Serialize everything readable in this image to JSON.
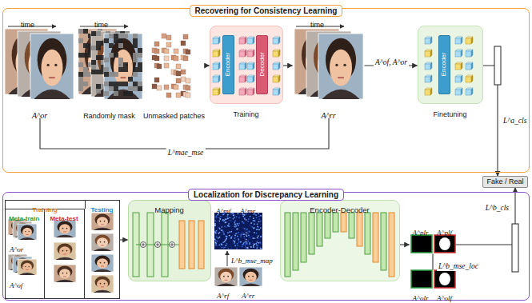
{
  "diagram": {
    "nodes": [
      {
        "text": [
          "Recovering for Consistency Learning"
        ]
      },
      {
        "text": [
          "A^or"
        ],
        "in": 0
      },
      {
        "text": [
          "Randomly mask"
        ],
        "in": 0
      },
      {
        "text": [
          "Unmasked patches"
        ],
        "in": 0
      },
      {
        "text": [
          "Training"
        ],
        "in": 0
      },
      {
        "text": [
          "Encoder"
        ],
        "in": 4
      },
      {
        "text": [
          "Decoder"
        ],
        "in": 4
      },
      {
        "text": [
          "A^rr"
        ],
        "in": 0
      },
      {
        "text": [
          "Finetuning"
        ],
        "in": 0
      },
      {
        "text": [
          "Encoder"
        ],
        "in": 8
      },
      {
        "text": [
          "Fake / Real"
        ]
      },
      {
        "text": [
          "Localization for Discrepancy Learning"
        ]
      },
      {
        "text": [
          "Training",
          "Testing"
        ],
        "in": 11
      },
      {
        "text": [
          "Meta-train"
        ],
        "in": 12
      },
      {
        "text": [
          "Meta-test"
        ],
        "in": 12
      },
      {
        "text": [
          "Mapping"
        ],
        "in": 11
      },
      {
        "text": [
          "Encoder-Decoder"
        ],
        "in": 11
      },
      {
        "text": [
          "A^plr",
          "A^plf"
        ],
        "in": 11
      },
      {
        "text": [
          "A^olr",
          "A^olf"
        ],
        "in": 11
      }
    ],
    "edges": [
      {
        "from": 3,
        "to": 4,
        "arrow": "to"
      },
      {
        "from": 4,
        "to": 7,
        "arrow": "to"
      },
      {
        "from": 7,
        "to": 8,
        "label": "A^of, A^or",
        "arrow": "to"
      },
      {
        "from": 8,
        "to": 10,
        "label": "L^a_cls",
        "arrow": "to"
      },
      {
        "from": 7,
        "to": 1,
        "label": "L^mae_mse",
        "arrow": "none"
      },
      {
        "from": 12,
        "to": 15,
        "arrow": "to"
      },
      {
        "from": 16,
        "to": 17,
        "arrow": "to"
      },
      {
        "from": 17,
        "to": 10,
        "label": "L^b_cls",
        "arrow": "to"
      },
      {
        "from": 18,
        "to": 17,
        "label": "L^b_mse_loc",
        "arrow": "none"
      }
    ],
    "labels": [
      "time",
      "time",
      "time",
      "A^or",
      "A^of",
      "A^mf",
      "A^mr",
      "L^b_mse_map",
      "A^rf",
      "A^rr"
    ]
  }
}
